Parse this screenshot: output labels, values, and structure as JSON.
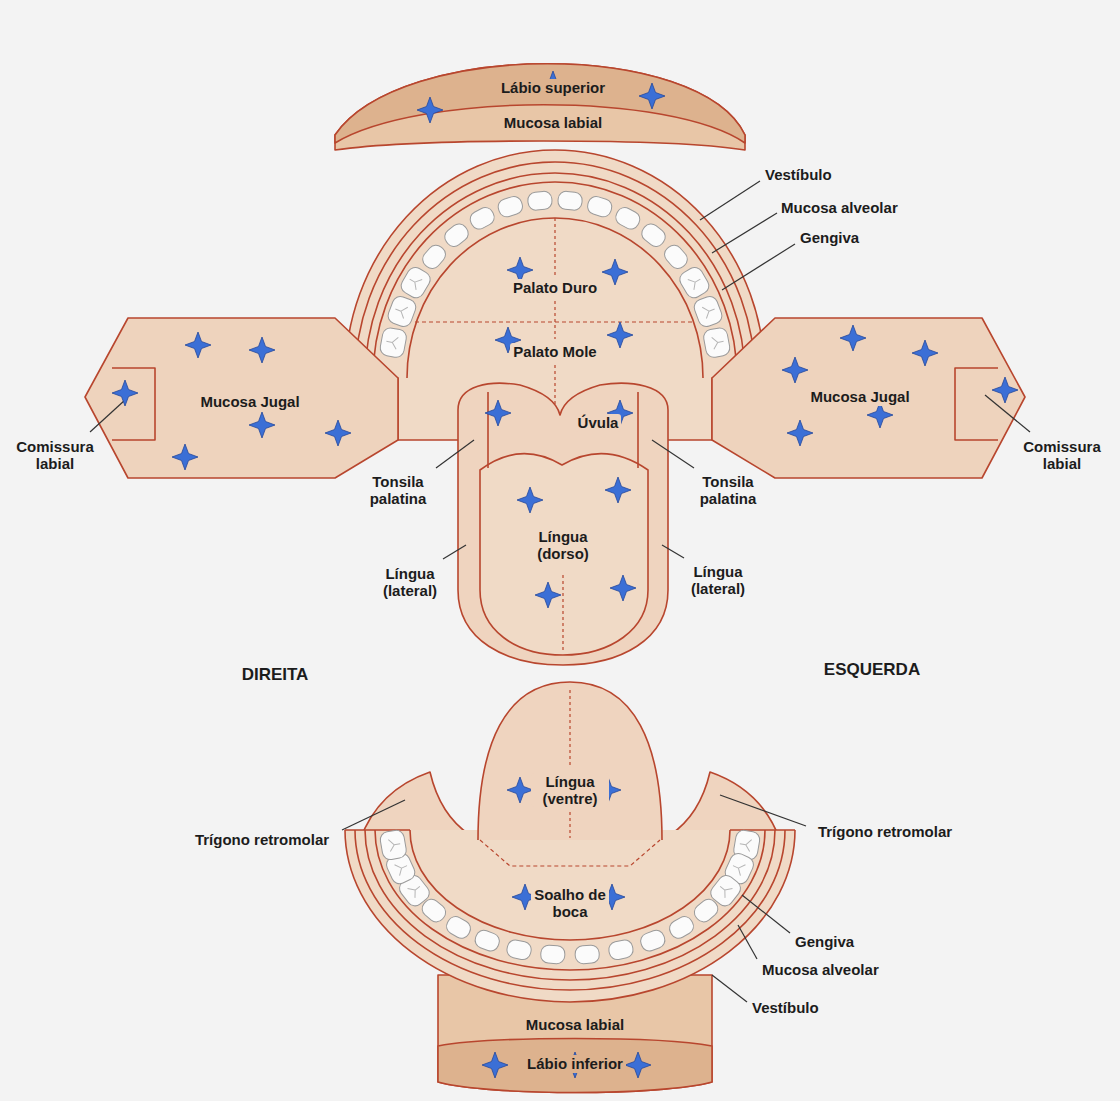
{
  "diagram": {
    "nodes": [
      {
        "text": [
          "Lábio superior"
        ]
      },
      {
        "text": [
          "Mucosa labial"
        ]
      },
      {
        "text": [
          "Palato Duro"
        ]
      },
      {
        "text": [
          "Palato Mole"
        ]
      },
      {
        "text": [
          "Mucosa Jugal"
        ]
      },
      {
        "text": [
          "Mucosa Jugal"
        ]
      },
      {
        "text": [
          "Úvula"
        ]
      },
      {
        "text": [
          "Língua (dorso)"
        ]
      },
      {
        "text": [
          "Língua (ventre)"
        ]
      },
      {
        "text": [
          "Soalho de boca"
        ]
      },
      {
        "text": [
          "Mucosa labial"
        ]
      },
      {
        "text": [
          "Lábio inferior"
        ]
      }
    ],
    "labels": [
      "Vestíbulo",
      "Mucosa alveolar",
      "Gengiva",
      "Comissura labial",
      "Comissura labial",
      "Tonsila palatina",
      "Tonsila palatina",
      "Língua (lateral)",
      "Língua (lateral)",
      "DIREITA",
      "ESQUERDA",
      "Trígono retromolar",
      "Trígono retromolar",
      "Gengiva",
      "Mucosa alveolar",
      "Vestíbulo"
    ]
  }
}
